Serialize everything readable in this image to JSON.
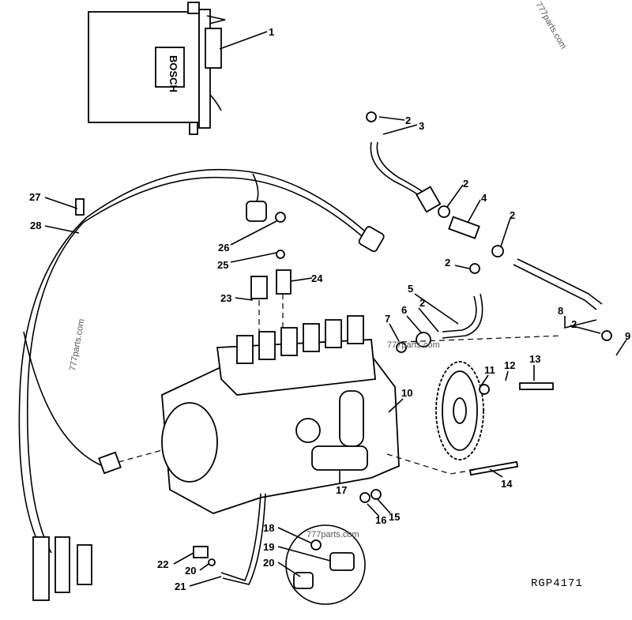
{
  "diagram": {
    "ecu_brand": "BOSCH",
    "reference": "RGP4171",
    "watermark": "777parts.com",
    "callouts": [
      "1",
      "2",
      "3",
      "2",
      "4",
      "2",
      "2",
      "5",
      "2",
      "6",
      "7",
      "8",
      "2",
      "9",
      "10",
      "11",
      "12",
      "13",
      "14",
      "15",
      "16",
      "17",
      "18",
      "19",
      "20",
      "20",
      "21",
      "22",
      "23",
      "24",
      "25",
      "26",
      "27",
      "28"
    ]
  }
}
